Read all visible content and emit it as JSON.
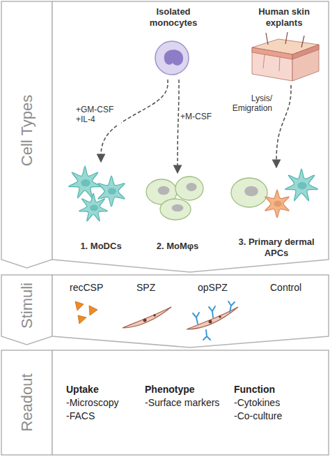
{
  "diagram": {
    "nodes": [
      {
        "text": [
          "Cell Types"
        ]
      },
      {
        "text": [
          "Isolated monocytes"
        ],
        "in": 0
      },
      {
        "text": [
          "Human skin explants"
        ],
        "in": 0
      },
      {
        "text": [
          "1. MoDCs"
        ],
        "in": 0
      },
      {
        "text": [
          "2. MoMφs"
        ],
        "in": 0
      },
      {
        "text": [
          "3. Primary dermal APCs"
        ],
        "in": 0
      },
      {
        "text": [
          "Stimuli"
        ]
      },
      {
        "text": [
          "Readout"
        ]
      }
    ],
    "edges": [
      {
        "from": 1,
        "to": 3,
        "label": "+GM-CSF +IL-4",
        "arrow": "to"
      },
      {
        "from": 1,
        "to": 4,
        "label": "+M-CSF",
        "arrow": "to"
      },
      {
        "from": 2,
        "to": 5,
        "label": "Lysis/ Emigration",
        "arrow": "to"
      }
    ],
    "labels": [
      "recCSP",
      "SPZ",
      "opSPZ",
      "Control",
      "Uptake",
      "-Microscopy",
      "-FACS",
      "Phenotype",
      "-Surface markers",
      "Function",
      "-Cytokines",
      "-Co-culture"
    ]
  }
}
